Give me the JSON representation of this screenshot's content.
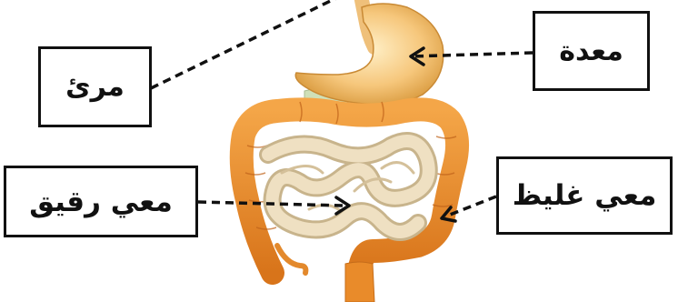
{
  "labels": {
    "esophagus": "مرئ",
    "stomach": "معدة",
    "small_intestine": "معي رقيق",
    "large_intestine": "معي غليظ"
  },
  "colors": {
    "stomach": "#f6c77c",
    "colon": "#e98b2a",
    "small_intestine": "#efe0c2",
    "outline": "#111111"
  }
}
